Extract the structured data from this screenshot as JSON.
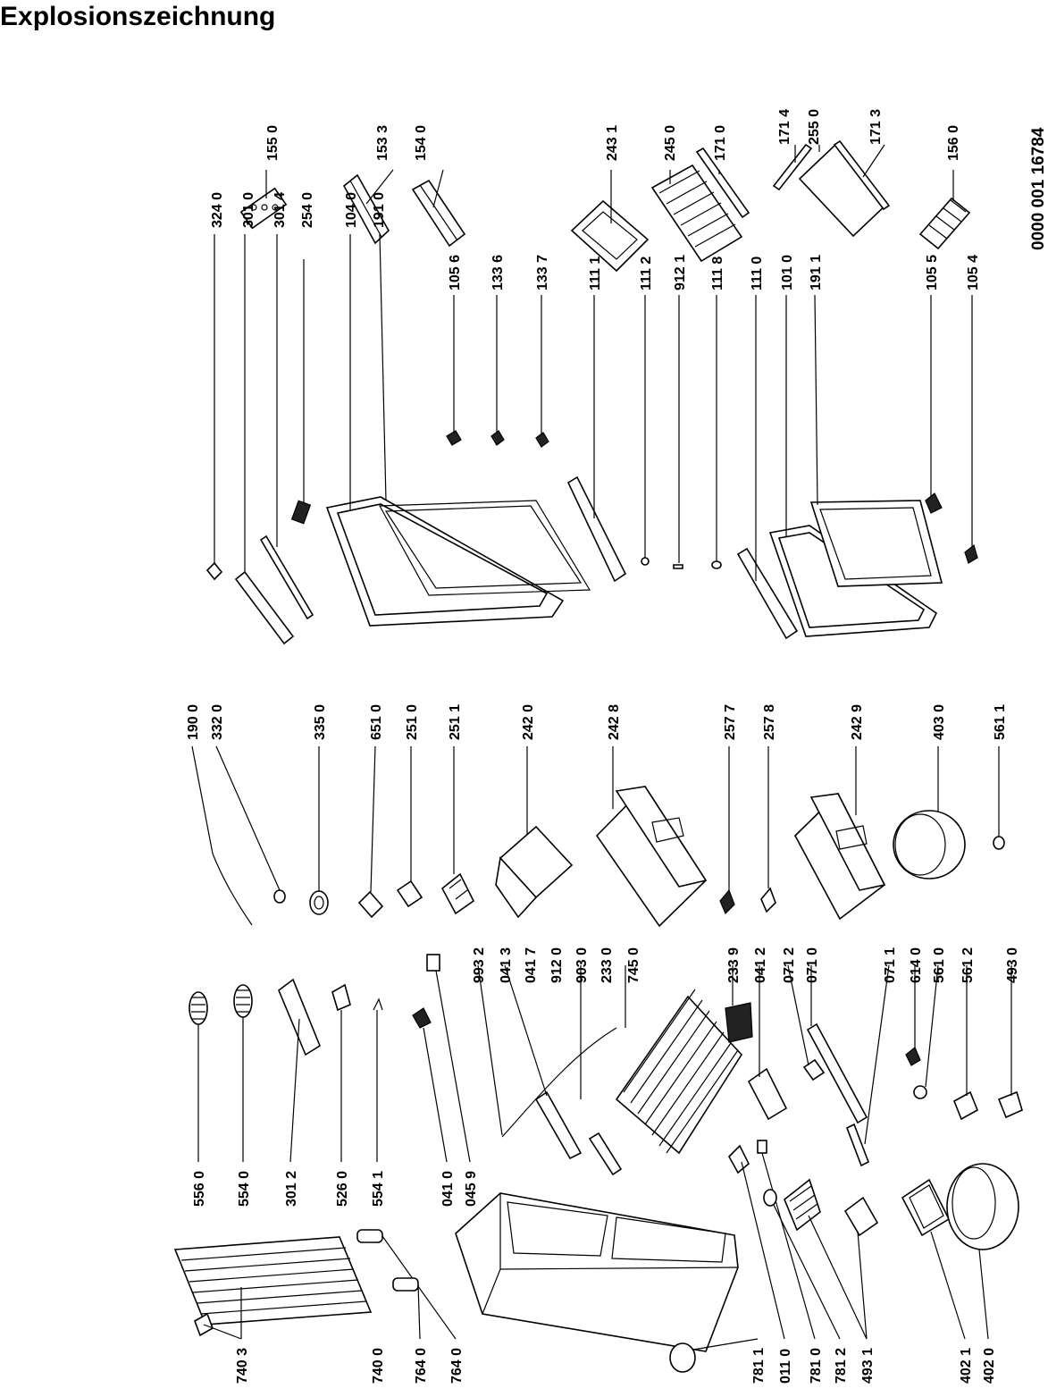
{
  "title": "Explosionszeichnung",
  "document_number": "0000 001 16784",
  "labels": [
    {
      "id": "l-155-0",
      "text": "155 0"
    },
    {
      "id": "l-153-3",
      "text": "153 3"
    },
    {
      "id": "l-154-0",
      "text": "154 0"
    },
    {
      "id": "l-243-1",
      "text": "243 1"
    },
    {
      "id": "l-245-0",
      "text": "245 0"
    },
    {
      "id": "l-171-0",
      "text": "171 0"
    },
    {
      "id": "l-171-4",
      "text": "171 4"
    },
    {
      "id": "l-255-0",
      "text": "255 0"
    },
    {
      "id": "l-171-3",
      "text": "171 3"
    },
    {
      "id": "l-156-0",
      "text": "156 0"
    },
    {
      "id": "l-324-0",
      "text": "324 0"
    },
    {
      "id": "l-301-0",
      "text": "301 0"
    },
    {
      "id": "l-301-4",
      "text": "301 4"
    },
    {
      "id": "l-254-0",
      "text": "254 0"
    },
    {
      "id": "l-104-0",
      "text": "104 0"
    },
    {
      "id": "l-191-0",
      "text": "191 0"
    },
    {
      "id": "l-105-6",
      "text": "105 6"
    },
    {
      "id": "l-133-6",
      "text": "133 6"
    },
    {
      "id": "l-133-7",
      "text": "133 7"
    },
    {
      "id": "l-111-1",
      "text": "111 1"
    },
    {
      "id": "l-111-2",
      "text": "111 2"
    },
    {
      "id": "l-912-1",
      "text": "912 1"
    },
    {
      "id": "l-111-8",
      "text": "111 8"
    },
    {
      "id": "l-111-0",
      "text": "111 0"
    },
    {
      "id": "l-101-0",
      "text": "101 0"
    },
    {
      "id": "l-191-1",
      "text": "191 1"
    },
    {
      "id": "l-105-5",
      "text": "105 5"
    },
    {
      "id": "l-105-4",
      "text": "105 4"
    },
    {
      "id": "l-190-0",
      "text": "190 0"
    },
    {
      "id": "l-332-0",
      "text": "332 0"
    },
    {
      "id": "l-335-0",
      "text": "335 0"
    },
    {
      "id": "l-651-0",
      "text": "651 0"
    },
    {
      "id": "l-251-0",
      "text": "251 0"
    },
    {
      "id": "l-251-1",
      "text": "251 1"
    },
    {
      "id": "l-242-0",
      "text": "242 0"
    },
    {
      "id": "l-242-8",
      "text": "242 8"
    },
    {
      "id": "l-257-7",
      "text": "257 7"
    },
    {
      "id": "l-257-8",
      "text": "257 8"
    },
    {
      "id": "l-242-9",
      "text": "242 9"
    },
    {
      "id": "l-403-0",
      "text": "403 0"
    },
    {
      "id": "l-561-1",
      "text": "561 1"
    },
    {
      "id": "l-993-2",
      "text": "993 2"
    },
    {
      "id": "l-041-3",
      "text": "041 3"
    },
    {
      "id": "l-041-7",
      "text": "041 7"
    },
    {
      "id": "l-912-0",
      "text": "912 0"
    },
    {
      "id": "l-903-0",
      "text": "903 0"
    },
    {
      "id": "l-233-0",
      "text": "233 0"
    },
    {
      "id": "l-745-0",
      "text": "745 0"
    },
    {
      "id": "l-233-9",
      "text": "233 9"
    },
    {
      "id": "l-041-2",
      "text": "041 2"
    },
    {
      "id": "l-071-2",
      "text": "071 2"
    },
    {
      "id": "l-071-0",
      "text": "071 0"
    },
    {
      "id": "l-071-1",
      "text": "071 1"
    },
    {
      "id": "l-614-0",
      "text": "614 0"
    },
    {
      "id": "l-561-0",
      "text": "561 0"
    },
    {
      "id": "l-561-2",
      "text": "561 2"
    },
    {
      "id": "l-493-0",
      "text": "493 0"
    },
    {
      "id": "l-556-0",
      "text": "556 0"
    },
    {
      "id": "l-554-0",
      "text": "554 0"
    },
    {
      "id": "l-301-2",
      "text": "301 2"
    },
    {
      "id": "l-526-0",
      "text": "526 0"
    },
    {
      "id": "l-554-1",
      "text": "554 1"
    },
    {
      "id": "l-041-0",
      "text": "041 0"
    },
    {
      "id": "l-045-9",
      "text": "045 9"
    },
    {
      "id": "l-740-3",
      "text": "740 3"
    },
    {
      "id": "l-740-0",
      "text": "740 0"
    },
    {
      "id": "l-764-0a",
      "text": "764 0"
    },
    {
      "id": "l-764-0b",
      "text": "764 0"
    },
    {
      "id": "l-781-1",
      "text": "781 1"
    },
    {
      "id": "l-011-0",
      "text": "011 0"
    },
    {
      "id": "l-781-0",
      "text": "781 0"
    },
    {
      "id": "l-781-2",
      "text": "781 2"
    },
    {
      "id": "l-493-1",
      "text": "493 1"
    },
    {
      "id": "l-402-1",
      "text": "402 1"
    },
    {
      "id": "l-402-0",
      "text": "402 0"
    }
  ]
}
